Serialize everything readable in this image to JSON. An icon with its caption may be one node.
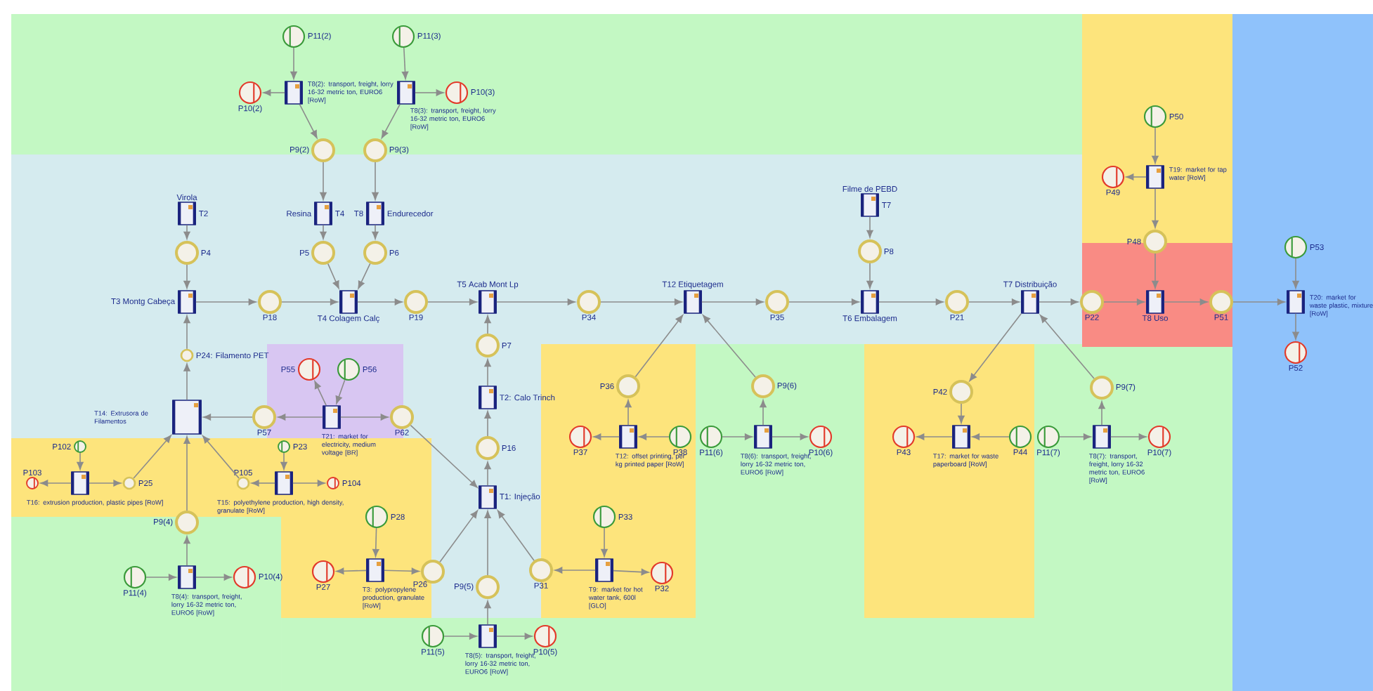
{
  "diagram": {
    "nodes": [
      {
        "text": [],
        "shape": "circle",
        "beside": [
          "P11(2)"
        ]
      },
      {
        "text": [],
        "shape": "box",
        "beside": [
          "T8(2): transport, freight, lorry 16-32 metric ton, EURO6 [RoW]"
        ]
      },
      {
        "text": [],
        "shape": "circle",
        "beside": [
          "P10(2)"
        ]
      },
      {
        "text": [],
        "shape": "circle",
        "beside": [
          "P11(3)"
        ]
      },
      {
        "text": [],
        "shape": "box",
        "beside": [
          "T8(3): transport, freight, lorry 16-32 metric ton, EURO6 [RoW]"
        ]
      },
      {
        "text": [],
        "shape": "circle",
        "beside": [
          "P10(3)"
        ]
      },
      {
        "text": [],
        "shape": "circle",
        "beside": [
          "P9(2)"
        ]
      },
      {
        "text": [],
        "shape": "circle",
        "beside": [
          "P9(3)"
        ]
      },
      {
        "text": [],
        "shape": "box",
        "beside": [
          "Resina",
          "T4"
        ]
      },
      {
        "text": [],
        "shape": "box",
        "beside": [
          "Endurecedor",
          "T8"
        ]
      },
      {
        "text": [],
        "shape": "box",
        "beside": [
          "Virola",
          "T2"
        ]
      },
      {
        "text": [],
        "shape": "circle",
        "beside": [
          "P4"
        ]
      },
      {
        "text": [],
        "shape": "circle",
        "beside": [
          "P5"
        ]
      },
      {
        "text": [],
        "shape": "circle",
        "beside": [
          "P6"
        ]
      },
      {
        "text": [],
        "shape": "box",
        "beside": [
          "T3 Montg Cabeça"
        ]
      },
      {
        "text": [],
        "shape": "circle",
        "beside": [
          "P18"
        ]
      },
      {
        "text": [],
        "shape": "box",
        "beside": [
          "T4 Colagem Calç"
        ]
      },
      {
        "text": [],
        "shape": "circle",
        "beside": [
          "P19"
        ]
      },
      {
        "text": [],
        "shape": "box",
        "beside": [
          "T5 Acab Mont Lp"
        ]
      },
      {
        "text": [],
        "shape": "circle",
        "beside": [
          "P34"
        ]
      },
      {
        "text": [],
        "shape": "box",
        "beside": [
          "T12 Etiquetagem"
        ]
      },
      {
        "text": [],
        "shape": "circle",
        "beside": [
          "P35"
        ]
      },
      {
        "text": [],
        "shape": "box",
        "beside": [
          "Filme de PEBD",
          "T7"
        ]
      },
      {
        "text": [],
        "shape": "circle",
        "beside": [
          "P8"
        ]
      },
      {
        "text": [],
        "shape": "box",
        "beside": [
          "T6 Embalagem"
        ]
      },
      {
        "text": [],
        "shape": "circle",
        "beside": [
          "P21"
        ]
      },
      {
        "text": [],
        "shape": "box",
        "beside": [
          "T7 Distribuição"
        ]
      },
      {
        "text": [],
        "shape": "circle",
        "beside": [
          "P22"
        ]
      },
      {
        "text": [],
        "shape": "box",
        "beside": [
          "T8 Uso"
        ]
      },
      {
        "text": [],
        "shape": "circle",
        "beside": [
          "P48"
        ]
      },
      {
        "text": [],
        "shape": "box",
        "beside": [
          "T19: market for tap water [RoW]"
        ]
      },
      {
        "text": [],
        "shape": "circle",
        "beside": [
          "P49"
        ]
      },
      {
        "text": [],
        "shape": "circle",
        "beside": [
          "P50"
        ]
      },
      {
        "text": [],
        "shape": "circle",
        "beside": [
          "P51"
        ]
      },
      {
        "text": [],
        "shape": "circle",
        "beside": [
          "P53"
        ]
      },
      {
        "text": [],
        "shape": "box",
        "beside": [
          "T20: market for waste plastic, mixture [RoW]"
        ]
      },
      {
        "text": [],
        "shape": "circle",
        "beside": [
          "P52"
        ]
      },
      {
        "text": [],
        "shape": "circle",
        "beside": [
          "P24: Filamento PET"
        ]
      },
      {
        "text": [],
        "shape": "box",
        "beside": [
          "T14: Extrusora de Filamentos"
        ]
      },
      {
        "text": [],
        "shape": "circle",
        "beside": [
          "P57"
        ]
      },
      {
        "text": [],
        "shape": "box",
        "beside": [
          "T21: market for electricity, medium voltage [BR]"
        ]
      },
      {
        "text": [],
        "shape": "circle",
        "beside": [
          "P55"
        ]
      },
      {
        "text": [],
        "shape": "circle",
        "beside": [
          "P56"
        ]
      },
      {
        "text": [],
        "shape": "circle",
        "beside": [
          "P62"
        ]
      },
      {
        "text": [],
        "shape": "circle",
        "beside": [
          "P25"
        ]
      },
      {
        "text": [],
        "shape": "box",
        "beside": [
          "T16: extrusion production, plastic pipes [RoW]"
        ]
      },
      {
        "text": [],
        "shape": "circle",
        "beside": [
          "P102"
        ]
      },
      {
        "text": [],
        "shape": "circle",
        "beside": [
          "P103"
        ]
      },
      {
        "text": [],
        "shape": "box",
        "beside": [
          "T15: polyethylene production, high density, granulate [RoW]"
        ]
      },
      {
        "text": [],
        "shape": "circle",
        "beside": [
          "P23"
        ]
      },
      {
        "text": [],
        "shape": "circle",
        "beside": [
          "P105"
        ]
      },
      {
        "text": [],
        "shape": "circle",
        "beside": [
          "P104"
        ]
      },
      {
        "text": [],
        "shape": "circle",
        "beside": [
          "P9(4)"
        ]
      },
      {
        "text": [],
        "shape": "box",
        "beside": [
          "T8(4): transport, freight, lorry 16-32 metric ton, EURO6 [RoW]"
        ]
      },
      {
        "text": [],
        "shape": "circle",
        "beside": [
          "P11(4)"
        ]
      },
      {
        "text": [],
        "shape": "circle",
        "beside": [
          "P10(4)"
        ]
      },
      {
        "text": [],
        "shape": "circle",
        "beside": [
          "P28"
        ]
      },
      {
        "text": [],
        "shape": "box",
        "beside": [
          "T3: polypropylene production, granulate [RoW]"
        ]
      },
      {
        "text": [],
        "shape": "circle",
        "beside": [
          "P27"
        ]
      },
      {
        "text": [],
        "shape": "circle",
        "beside": [
          "P26"
        ]
      },
      {
        "text": [],
        "shape": "circle",
        "beside": [
          "P7"
        ]
      },
      {
        "text": [],
        "shape": "box",
        "beside": [
          "T2: Calo Trinch"
        ]
      },
      {
        "text": [],
        "shape": "circle",
        "beside": [
          "P16"
        ]
      },
      {
        "text": [],
        "shape": "box",
        "beside": [
          "T1: Injeção"
        ]
      },
      {
        "text": [],
        "shape": "circle",
        "beside": [
          "P9(5)"
        ]
      },
      {
        "text": [],
        "shape": "box",
        "beside": [
          "T8(5): transport, freight, lorry 16-32 metric ton, EURO6 [RoW]"
        ]
      },
      {
        "text": [],
        "shape": "circle",
        "beside": [
          "P11(5)"
        ]
      },
      {
        "text": [],
        "shape": "circle",
        "beside": [
          "P10(5)"
        ]
      },
      {
        "text": [],
        "shape": "circle",
        "beside": [
          "P31"
        ]
      },
      {
        "text": [],
        "shape": "box",
        "beside": [
          "T9: market for hot water tank, 600l [GLO]"
        ]
      },
      {
        "text": [],
        "shape": "circle",
        "beside": [
          "P33"
        ]
      },
      {
        "text": [],
        "shape": "circle",
        "beside": [
          "P32"
        ]
      },
      {
        "text": [],
        "shape": "circle",
        "beside": [
          "P36"
        ]
      },
      {
        "text": [],
        "shape": "box",
        "beside": [
          "T12: offset printing, per kg printed paper [RoW]"
        ]
      },
      {
        "text": [],
        "shape": "circle",
        "beside": [
          "P37"
        ]
      },
      {
        "text": [],
        "shape": "circle",
        "beside": [
          "P38"
        ]
      },
      {
        "text": [],
        "shape": "circle",
        "beside": [
          "P9(6)"
        ]
      },
      {
        "text": [],
        "shape": "box",
        "beside": [
          "T8(6): transport, freight, lorry 16-32 metric ton, EURO6 [RoW]"
        ]
      },
      {
        "text": [],
        "shape": "circle",
        "beside": [
          "P11(6)"
        ]
      },
      {
        "text": [],
        "shape": "circle",
        "beside": [
          "P10(6)"
        ]
      },
      {
        "text": [],
        "shape": "circle",
        "beside": [
          "P42"
        ]
      },
      {
        "text": [],
        "shape": "box",
        "beside": [
          "T17: market for waste paperboard [RoW]"
        ]
      },
      {
        "text": [],
        "shape": "circle",
        "beside": [
          "P43"
        ]
      },
      {
        "text": [],
        "shape": "circle",
        "beside": [
          "P44"
        ]
      },
      {
        "text": [],
        "shape": "circle",
        "beside": [
          "P9(7)"
        ]
      },
      {
        "text": [],
        "shape": "box",
        "beside": [
          "T8(7): transport, freight, lorry 16-32 metric ton, EURO6 [RoW]"
        ]
      },
      {
        "text": [],
        "shape": "circle",
        "beside": [
          "P11(7)"
        ]
      },
      {
        "text": [],
        "shape": "circle",
        "beside": [
          "P10(7)"
        ]
      }
    ],
    "edges": [
      {
        "from": 0,
        "to": 1,
        "arrow": "to"
      },
      {
        "from": 1,
        "to": 2,
        "arrow": "to"
      },
      {
        "from": 1,
        "to": 6,
        "arrow": "to"
      },
      {
        "from": 3,
        "to": 4,
        "arrow": "to"
      },
      {
        "from": 4,
        "to": 5,
        "arrow": "to"
      },
      {
        "from": 4,
        "to": 7,
        "arrow": "to"
      },
      {
        "from": 6,
        "to": 8,
        "arrow": "to"
      },
      {
        "from": 7,
        "to": 9,
        "arrow": "to"
      },
      {
        "from": 8,
        "to": 12,
        "arrow": "to"
      },
      {
        "from": 9,
        "to": 13,
        "arrow": "to"
      },
      {
        "from": 12,
        "to": 16,
        "arrow": "to"
      },
      {
        "from": 13,
        "to": 16,
        "arrow": "to"
      },
      {
        "from": 10,
        "to": 11,
        "arrow": "to"
      },
      {
        "from": 11,
        "to": 14,
        "arrow": "to"
      },
      {
        "from": 14,
        "to": 15,
        "arrow": "to"
      },
      {
        "from": 15,
        "to": 16,
        "arrow": "to"
      },
      {
        "from": 16,
        "to": 17,
        "arrow": "to"
      },
      {
        "from": 17,
        "to": 18,
        "arrow": "to"
      },
      {
        "from": 18,
        "to": 19,
        "arrow": "to"
      },
      {
        "from": 19,
        "to": 20,
        "arrow": "to"
      },
      {
        "from": 20,
        "to": 21,
        "arrow": "to"
      },
      {
        "from": 21,
        "to": 24,
        "arrow": "to"
      },
      {
        "from": 22,
        "to": 23,
        "arrow": "to"
      },
      {
        "from": 23,
        "to": 24,
        "arrow": "to"
      },
      {
        "from": 24,
        "to": 25,
        "arrow": "to"
      },
      {
        "from": 25,
        "to": 26,
        "arrow": "to"
      },
      {
        "from": 26,
        "to": 27,
        "arrow": "to"
      },
      {
        "from": 27,
        "to": 28,
        "arrow": "to"
      },
      {
        "from": 32,
        "to": 30,
        "arrow": "to"
      },
      {
        "from": 30,
        "to": 31,
        "arrow": "to"
      },
      {
        "from": 30,
        "to": 29,
        "arrow": "to"
      },
      {
        "from": 29,
        "to": 28,
        "arrow": "to"
      },
      {
        "from": 28,
        "to": 33,
        "arrow": "to"
      },
      {
        "from": 33,
        "to": 35,
        "arrow": "to"
      },
      {
        "from": 34,
        "to": 35,
        "arrow": "to"
      },
      {
        "from": 35,
        "to": 36,
        "arrow": "to"
      },
      {
        "from": 38,
        "to": 37,
        "arrow": "to"
      },
      {
        "from": 37,
        "to": 14,
        "arrow": "to"
      },
      {
        "from": 39,
        "to": 38,
        "arrow": "to"
      },
      {
        "from": 40,
        "to": 39,
        "arrow": "to"
      },
      {
        "from": 42,
        "to": 40,
        "arrow": "to"
      },
      {
        "from": 40,
        "to": 41,
        "arrow": "to"
      },
      {
        "from": 40,
        "to": 43,
        "arrow": "to"
      },
      {
        "from": 43,
        "to": 63,
        "arrow": "to"
      },
      {
        "from": 46,
        "to": 45,
        "arrow": "to"
      },
      {
        "from": 45,
        "to": 47,
        "arrow": "to"
      },
      {
        "from": 45,
        "to": 44,
        "arrow": "to"
      },
      {
        "from": 44,
        "to": 38,
        "arrow": "to"
      },
      {
        "from": 49,
        "to": 48,
        "arrow": "to"
      },
      {
        "from": 48,
        "to": 50,
        "arrow": "to"
      },
      {
        "from": 48,
        "to": 51,
        "arrow": "to"
      },
      {
        "from": 50,
        "to": 38,
        "arrow": "to"
      },
      {
        "from": 52,
        "to": 38,
        "arrow": "to"
      },
      {
        "from": 53,
        "to": 52,
        "arrow": "to"
      },
      {
        "from": 54,
        "to": 53,
        "arrow": "to"
      },
      {
        "from": 53,
        "to": 55,
        "arrow": "to"
      },
      {
        "from": 56,
        "to": 57,
        "arrow": "to"
      },
      {
        "from": 57,
        "to": 58,
        "arrow": "to"
      },
      {
        "from": 57,
        "to": 59,
        "arrow": "to"
      },
      {
        "from": 59,
        "to": 63,
        "arrow": "to"
      },
      {
        "from": 61,
        "to": 60,
        "arrow": "to"
      },
      {
        "from": 60,
        "to": 18,
        "arrow": "to"
      },
      {
        "from": 63,
        "to": 62,
        "arrow": "to"
      },
      {
        "from": 62,
        "to": 61,
        "arrow": "to"
      },
      {
        "from": 64,
        "to": 63,
        "arrow": "to"
      },
      {
        "from": 65,
        "to": 64,
        "arrow": "to"
      },
      {
        "from": 66,
        "to": 65,
        "arrow": "to"
      },
      {
        "from": 65,
        "to": 67,
        "arrow": "to"
      },
      {
        "from": 68,
        "to": 63,
        "arrow": "to"
      },
      {
        "from": 69,
        "to": 68,
        "arrow": "to"
      },
      {
        "from": 70,
        "to": 69,
        "arrow": "to"
      },
      {
        "from": 69,
        "to": 71,
        "arrow": "to"
      },
      {
        "from": 73,
        "to": 72,
        "arrow": "to"
      },
      {
        "from": 72,
        "to": 20,
        "arrow": "to"
      },
      {
        "from": 75,
        "to": 73,
        "arrow": "to"
      },
      {
        "from": 73,
        "to": 74,
        "arrow": "to"
      },
      {
        "from": 76,
        "to": 20,
        "arrow": "to"
      },
      {
        "from": 77,
        "to": 76,
        "arrow": "to"
      },
      {
        "from": 78,
        "to": 77,
        "arrow": "to"
      },
      {
        "from": 77,
        "to": 79,
        "arrow": "to"
      },
      {
        "from": 26,
        "to": 80,
        "arrow": "to"
      },
      {
        "from": 80,
        "to": 81,
        "arrow": "to"
      },
      {
        "from": 83,
        "to": 81,
        "arrow": "to"
      },
      {
        "from": 81,
        "to": 82,
        "arrow": "to"
      },
      {
        "from": 84,
        "to": 26,
        "arrow": "to"
      },
      {
        "from": 85,
        "to": 84,
        "arrow": "to"
      },
      {
        "from": 86,
        "to": 85,
        "arrow": "to"
      },
      {
        "from": 85,
        "to": 87,
        "arrow": "to"
      }
    ]
  }
}
